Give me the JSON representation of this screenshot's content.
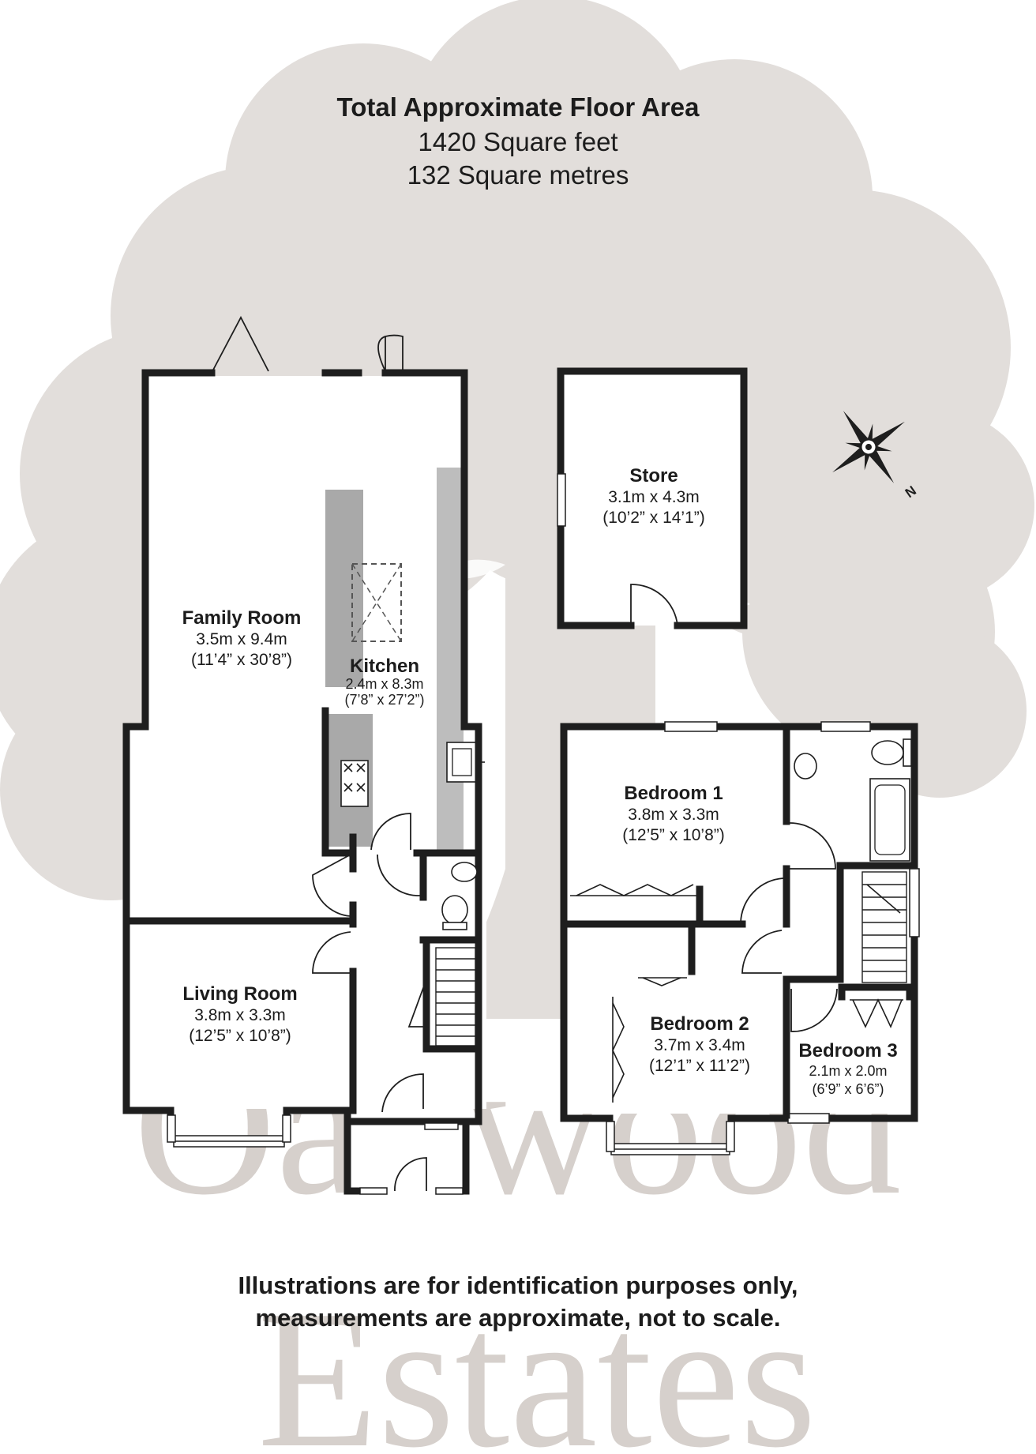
{
  "header": {
    "title": "Total Approximate Floor Area",
    "sqft": "1420 Square feet",
    "sqm": "132 Square metres"
  },
  "rooms": {
    "family": {
      "name": "Family Room",
      "metric": "3.5m x 9.4m",
      "imperial": "(11’4” x 30’8”)"
    },
    "kitchen": {
      "name": "Kitchen",
      "metric": "2.4m x 8.3m",
      "imperial": "(7’8” x 27’2”)"
    },
    "store": {
      "name": "Store",
      "metric": "3.1m x 4.3m",
      "imperial": "(10’2” x 14’1”)"
    },
    "living": {
      "name": "Living Room",
      "metric": "3.8m x 3.3m",
      "imperial": "(12’5” x 10’8”)"
    },
    "bed1": {
      "name": "Bedroom 1",
      "metric": "3.8m x 3.3m",
      "imperial": "(12’5” x 10’8”)"
    },
    "bed2": {
      "name": "Bedroom 2",
      "metric": "3.7m x 3.4m",
      "imperial": "(12’1” x 11’2”)"
    },
    "bed3": {
      "name": "Bedroom 3",
      "metric": "2.1m x 2.0m",
      "imperial": "(6’9” x 6’6”)"
    }
  },
  "compass": {
    "label": "N"
  },
  "disclaimer": {
    "line1": "Illustrations are for identification purposes only,",
    "line2": "measurements are approximate, not to scale."
  },
  "watermark": {
    "line1": "Oakwood",
    "line2": "Estates"
  },
  "colors": {
    "tree": "#e2dedb",
    "wall": "#1e1e1e",
    "watermark": "#d6d0cc",
    "island": "#a9a9a9"
  }
}
